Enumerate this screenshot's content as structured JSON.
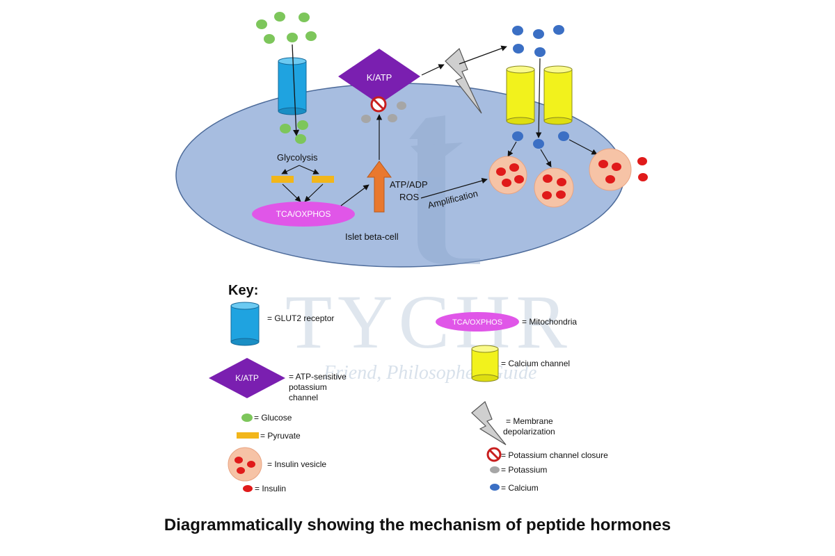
{
  "diagram": {
    "labels": {
      "glycolysis": "Glycolysis",
      "tca": "TCA/OXPHOS",
      "katp": "K/ATP",
      "atp_adp": "ATP/ADP",
      "ros": "ROS",
      "amplification": "Amplification",
      "cell": "Islet beta-cell"
    },
    "colors": {
      "glucose": "#7dc65b",
      "pyruvate": "#f2b61a",
      "glut2": "#1fa3e0",
      "katp": "#7a1fb0",
      "tca": "#e056e8",
      "calcium_channel": "#f2f21c",
      "calcium": "#3b6fc4",
      "potassium": "#a6a6a6",
      "insulin": "#e01a1a",
      "vesicle": "#f6c3a6",
      "cell": "#a7bde0",
      "arrow_up": "#e9782e"
    }
  },
  "key": {
    "title": "Key:",
    "glut2": "= GLUT2 receptor",
    "katp_shape": "K/ATP",
    "katp_1": "= ATP-sensitive",
    "katp_2": "potassium",
    "katp_3": "channel",
    "glucose": "= Glucose",
    "pyruvate": "= Pyruvate",
    "vesicle": "= Insulin vesicle",
    "insulin": "= Insulin",
    "tca_shape": "TCA/OXPHOS",
    "mito": "= Mitochondria",
    "calcium_channel": "= Calcium channel",
    "membrane_1": "= Membrane",
    "membrane_2": "depolarization",
    "closure": "= Potassium channel closure",
    "potassium": "= Potassium",
    "calcium": "= Calcium"
  },
  "watermark": {
    "brand": "TYCHR",
    "tagline": "Friend, Philosopher, Guide"
  },
  "caption": "Diagrammatically showing the mechanism of peptide hormones"
}
